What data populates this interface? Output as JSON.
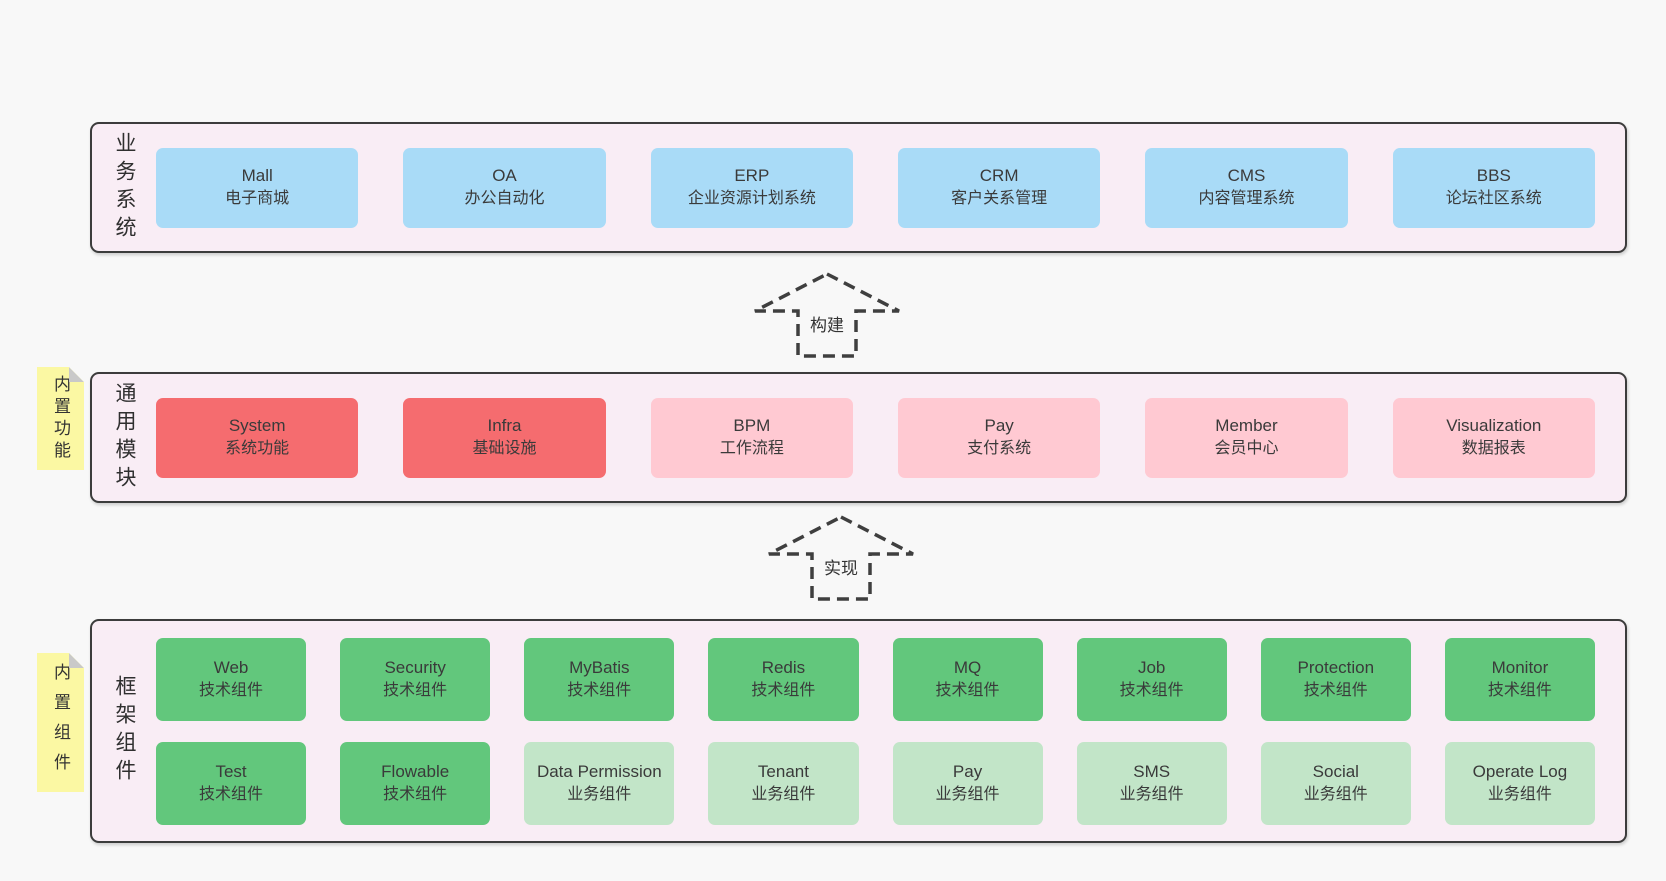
{
  "colors": {
    "page_bg": "#f8f8f8",
    "band_bg": "#f9edf5",
    "band_border": "#3c3c3c",
    "blue_box": "#a9dbf7",
    "red_box": "#f56c6f",
    "pink_box": "#ffc9d2",
    "green_box": "#62c77c",
    "light_green_box": "#c2e5c8",
    "sticky_note": "#fbf8a3",
    "note_fold": "#c9c9c9",
    "text": "#333333"
  },
  "arrows": [
    {
      "label": "构建"
    },
    {
      "label": "实现"
    }
  ],
  "bands": [
    {
      "label": "业务系统",
      "items": [
        {
          "en": "Mall",
          "cn": "电子商城"
        },
        {
          "en": "OA",
          "cn": "办公自动化"
        },
        {
          "en": "ERP",
          "cn": "企业资源计划系统"
        },
        {
          "en": "CRM",
          "cn": "客户关系管理"
        },
        {
          "en": "CMS",
          "cn": "内容管理系统"
        },
        {
          "en": "BBS",
          "cn": "论坛社区系统"
        }
      ]
    },
    {
      "label": "通用模块",
      "note": "内置功能",
      "items": [
        {
          "en": "System",
          "cn": "系统功能"
        },
        {
          "en": "Infra",
          "cn": "基础设施"
        },
        {
          "en": "BPM",
          "cn": "工作流程"
        },
        {
          "en": "Pay",
          "cn": "支付系统"
        },
        {
          "en": "Member",
          "cn": "会员中心"
        },
        {
          "en": "Visualization",
          "cn": "数据报表"
        }
      ]
    },
    {
      "label": "框架组件",
      "note": "内置组件",
      "rows": [
        [
          {
            "en": "Web",
            "cn": "技术组件"
          },
          {
            "en": "Security",
            "cn": "技术组件"
          },
          {
            "en": "MyBatis",
            "cn": "技术组件"
          },
          {
            "en": "Redis",
            "cn": "技术组件"
          },
          {
            "en": "MQ",
            "cn": "技术组件"
          },
          {
            "en": "Job",
            "cn": "技术组件"
          },
          {
            "en": "Protection",
            "cn": "技术组件"
          },
          {
            "en": "Monitor",
            "cn": "技术组件"
          }
        ],
        [
          {
            "en": "Test",
            "cn": "技术组件"
          },
          {
            "en": "Flowable",
            "cn": "技术组件"
          },
          {
            "en": "Data Permission",
            "cn": "业务组件"
          },
          {
            "en": "Tenant",
            "cn": "业务组件"
          },
          {
            "en": "Pay",
            "cn": "业务组件"
          },
          {
            "en": "SMS",
            "cn": "业务组件"
          },
          {
            "en": "Social",
            "cn": "业务组件"
          },
          {
            "en": "Operate Log",
            "cn": "业务组件"
          }
        ]
      ]
    }
  ]
}
